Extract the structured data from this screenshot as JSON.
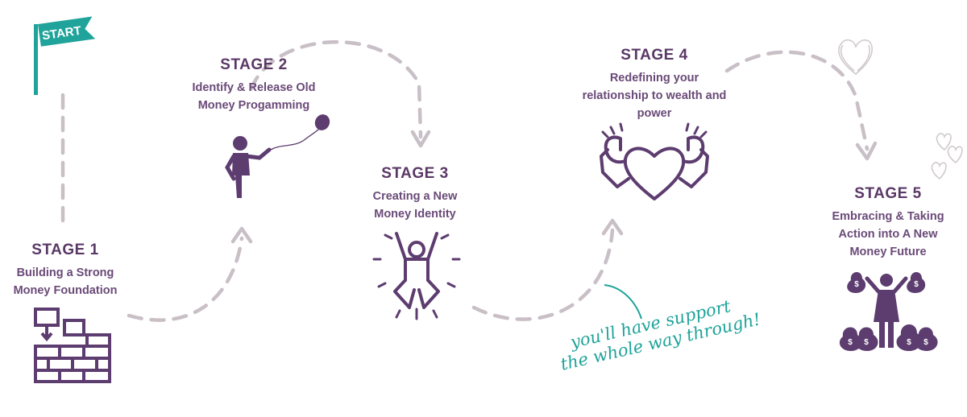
{
  "start_flag": {
    "label": "START"
  },
  "stages": [
    {
      "heading": "STAGE 1",
      "description": "Building a Strong Money Foundation"
    },
    {
      "heading": "STAGE 2",
      "description": "Identify & Release Old Money Progamming"
    },
    {
      "heading": "STAGE 3",
      "description": "Creating a New Money Identity"
    },
    {
      "heading": "STAGE 4",
      "description": "Redefining your relationship to wealth and power"
    },
    {
      "heading": "STAGE 5",
      "description": "Embracing & Taking Action into A New Money Future"
    }
  ],
  "support_note": {
    "line1": "you'll have support",
    "line2": "the whole way through!"
  },
  "colors": {
    "purple": "#5d3c6f",
    "path": "#c9bfc6",
    "teal": "#1fa39a",
    "heart_outline": "#c8c2c6"
  },
  "icons": [
    "flag-icon",
    "blocks-icon",
    "balloon-person-icon",
    "jumping-person-icon",
    "strong-heart-icon",
    "money-person-icon",
    "heart-outline-icon"
  ]
}
